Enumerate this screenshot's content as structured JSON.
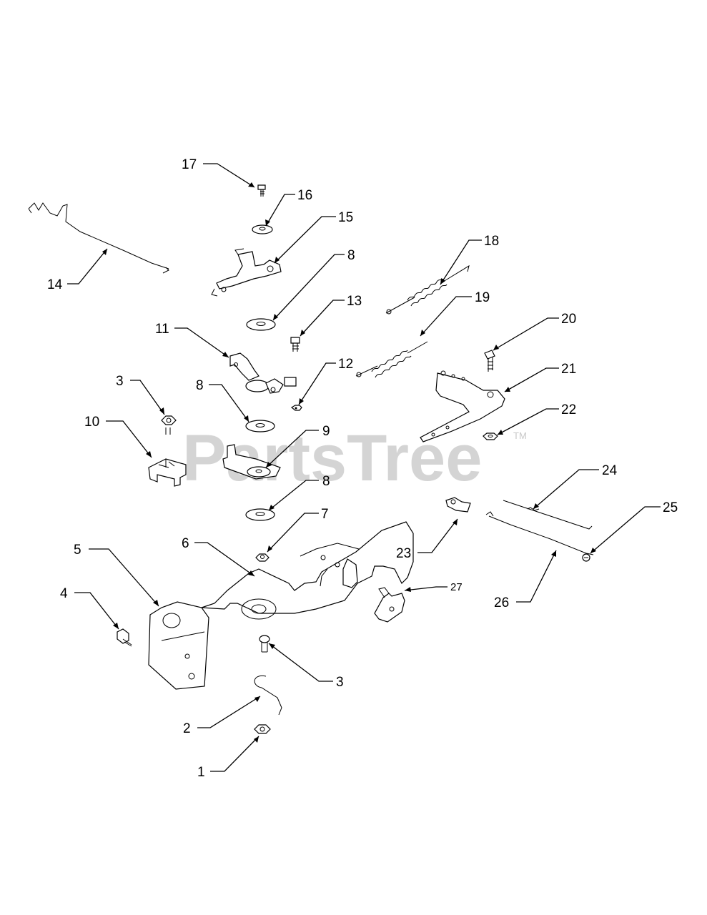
{
  "watermark": {
    "text": "PartsTree",
    "trademark": "TM"
  },
  "callouts": [
    {
      "id": "c17",
      "num": "17"
    },
    {
      "id": "c16",
      "num": "16"
    },
    {
      "id": "c15",
      "num": "15"
    },
    {
      "id": "c14",
      "num": "14"
    },
    {
      "id": "c8a",
      "num": "8"
    },
    {
      "id": "c13",
      "num": "13"
    },
    {
      "id": "c18",
      "num": "18"
    },
    {
      "id": "c19",
      "num": "19"
    },
    {
      "id": "c11",
      "num": "11"
    },
    {
      "id": "c20",
      "num": "20"
    },
    {
      "id": "c12",
      "num": "12"
    },
    {
      "id": "c21",
      "num": "21"
    },
    {
      "id": "c3a",
      "num": "3"
    },
    {
      "id": "c8b",
      "num": "8"
    },
    {
      "id": "c22",
      "num": "22"
    },
    {
      "id": "c10",
      "num": "10"
    },
    {
      "id": "c9",
      "num": "9"
    },
    {
      "id": "c24",
      "num": "24"
    },
    {
      "id": "c8c",
      "num": "8"
    },
    {
      "id": "c25",
      "num": "25"
    },
    {
      "id": "c7",
      "num": "7"
    },
    {
      "id": "c5",
      "num": "5"
    },
    {
      "id": "c6",
      "num": "6"
    },
    {
      "id": "c23",
      "num": "23"
    },
    {
      "id": "c27",
      "num": "27"
    },
    {
      "id": "c4",
      "num": "4"
    },
    {
      "id": "c26",
      "num": "26"
    },
    {
      "id": "c3b",
      "num": "3"
    },
    {
      "id": "c2",
      "num": "2"
    },
    {
      "id": "c1",
      "num": "1"
    }
  ]
}
